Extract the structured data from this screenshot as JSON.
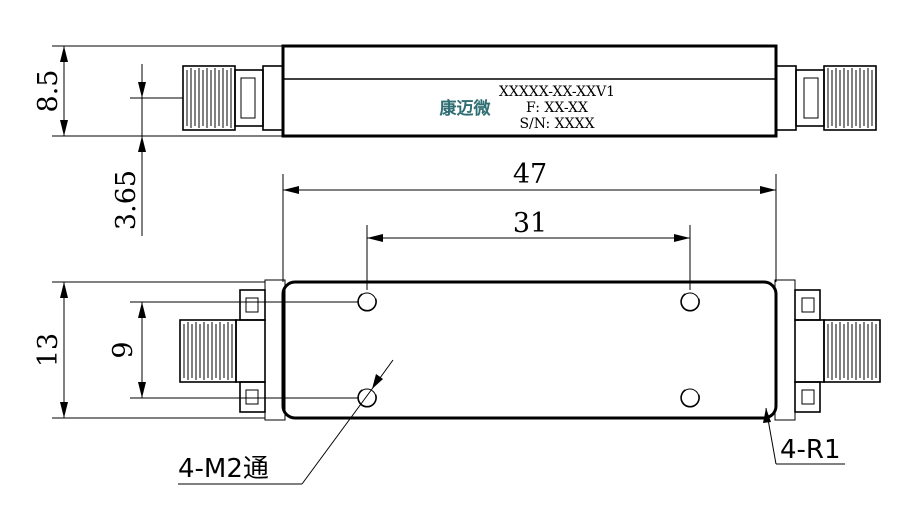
{
  "colors": {
    "line": "#000000",
    "brand": "#2f6f73",
    "background": "#ffffff"
  },
  "top_view": {
    "brand_name": "康迈微",
    "label_line1": "XXXXX-XX-XXV1",
    "label_line2": "F: XX-XX",
    "label_line3": "S/N: XXXX"
  },
  "dimensions": {
    "height_total": "8.5",
    "connector_center_height": "3.65",
    "length_total": "47",
    "hole_spacing_x": "31",
    "width_total": "13",
    "hole_spacing_y": "9"
  },
  "callouts": {
    "mount_holes": "4-M2通",
    "corner_radius": "4-R1"
  }
}
